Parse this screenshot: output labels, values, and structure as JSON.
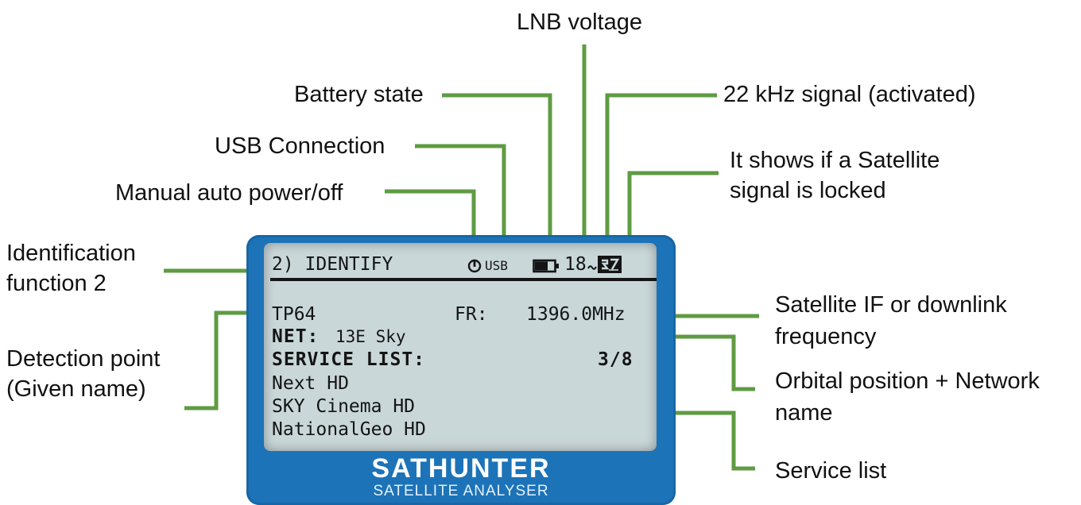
{
  "labels": {
    "lnb_voltage": "LNB voltage",
    "battery_state": "Battery state",
    "khz_signal": "22 kHz signal (activated)",
    "usb_connection": "USB Connection",
    "satellite_locked_line1": "It shows if a Satellite",
    "satellite_locked_line2": "signal is locked",
    "manual_power": "Manual auto power/off",
    "identification_line1": "Identification",
    "identification_line2": "function 2",
    "satellite_if_line1": "Satellite IF or downlink",
    "satellite_if_line2": "frequency",
    "detection_line1": "Detection point",
    "detection_line2": "(Given name)",
    "orbital_line1": "Orbital position + Network",
    "orbital_line2": "name",
    "service_list": "Service list"
  },
  "screen": {
    "mode": "2) IDENTIFY",
    "usb": "USB",
    "voltage": "18",
    "tp": "TP64",
    "fr_label": "FR:",
    "frequency": "1396.0MHz",
    "net_label": "NET:",
    "net_value": "13E Sky",
    "service_label": "SERVICE LIST:",
    "service_count": "3/8",
    "services": [
      "Next HD",
      "SKY Cinema HD",
      "NationalGeo HD"
    ]
  },
  "device": {
    "brand": "SATHUNTER",
    "subtitle": "SATELLITE ANALYSER"
  },
  "colors": {
    "leader": "#5f9b43",
    "device_blue": "#1c73b8",
    "lcd": "#c9d7d9"
  }
}
